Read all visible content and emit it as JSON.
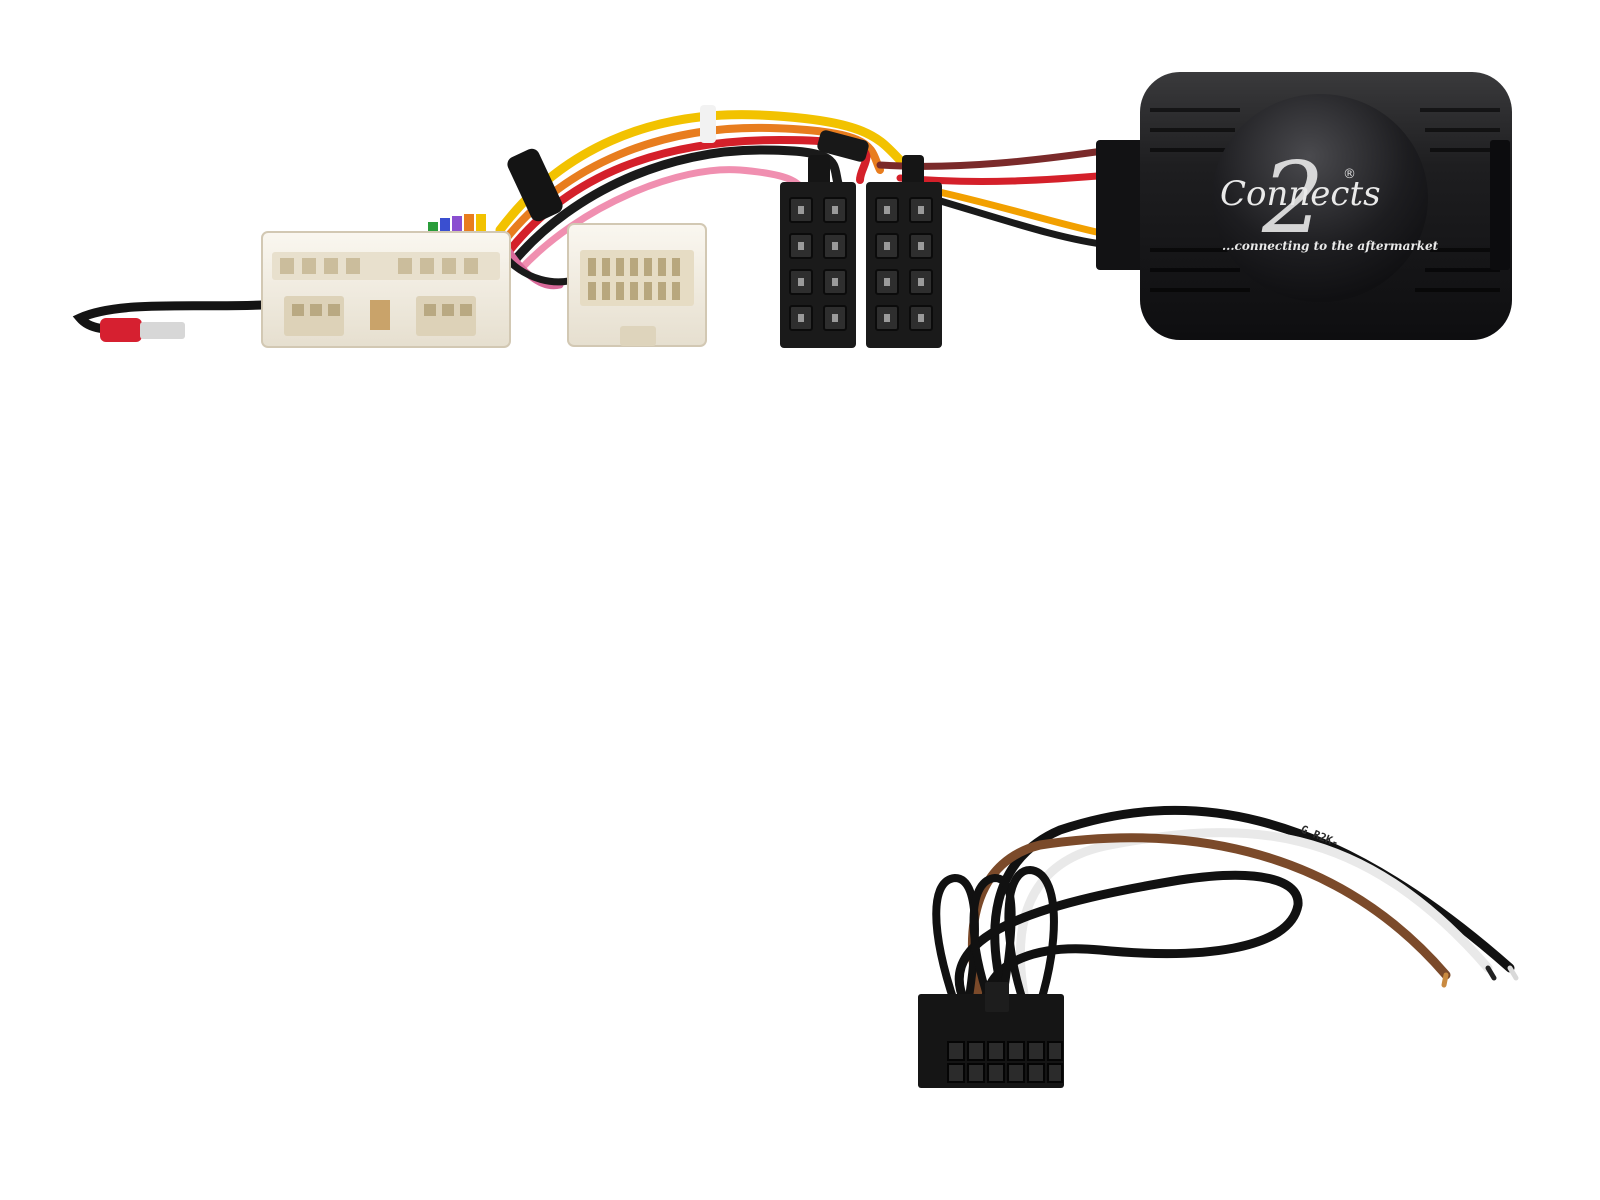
{
  "product": {
    "logo": {
      "brand_text": "Connects",
      "numeral": "2",
      "registered_mark": "®",
      "tagline": "...connecting to the aftermarket"
    },
    "wire_print": "G R2K-"
  },
  "colors": {
    "background": "#ffffff",
    "interface_box": "#1c1c1e",
    "iso_connector": "#1a1a1a",
    "vehicle_plug": "#f3efe6",
    "lead_connector": "#151515",
    "wire_brown": "#7b4a2a",
    "wire_white": "#f2f2f2",
    "wire_black": "#111111"
  }
}
